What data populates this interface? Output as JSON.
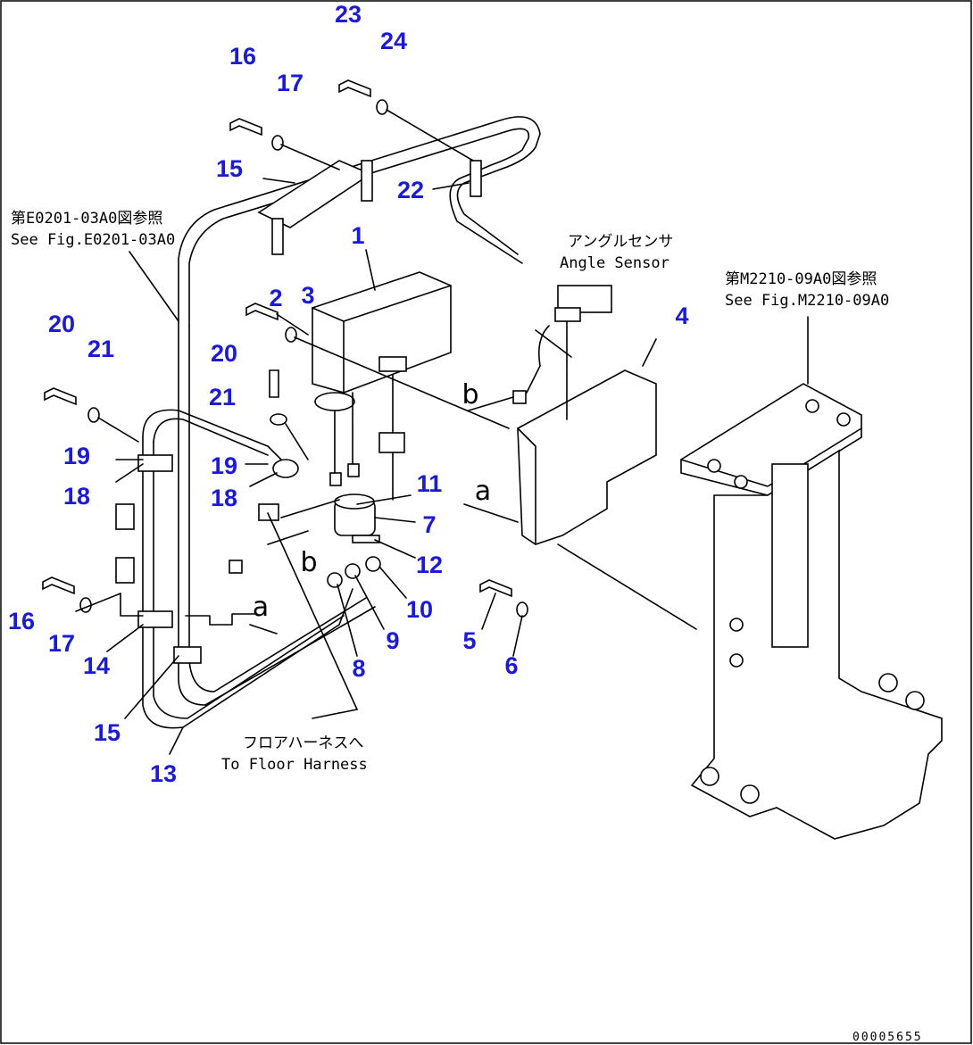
{
  "callouts": [
    "23",
    "24",
    "16",
    "17",
    "15",
    "22",
    "1",
    "2",
    "3",
    "4",
    "20",
    "21",
    "20",
    "21",
    "19",
    "19",
    "18",
    "18",
    "11",
    "7",
    "12",
    "10",
    "9",
    "8",
    "5",
    "6",
    "16",
    "17",
    "14",
    "15",
    "13"
  ],
  "letters": [
    "b",
    "a",
    "b",
    "a"
  ],
  "notes": {
    "ref_left_jp": "第E0201-03A0図参照",
    "ref_left_en": "See Fig.E0201-03A0",
    "angle_sensor_jp": "アングルセンサ",
    "angle_sensor_en": "Angle Sensor",
    "ref_right_jp": "第M2210-09A0図参照",
    "ref_right_en": "See Fig.M2210-09A0",
    "floor_jp": "フロアハーネスへ",
    "floor_en": "To Floor Harness"
  },
  "drawing_code": "00005655"
}
